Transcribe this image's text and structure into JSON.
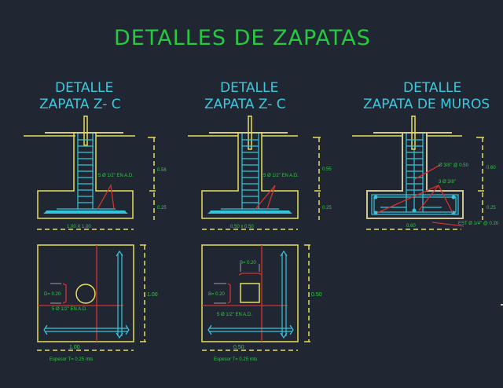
{
  "title": "DETALLES DE ZAPATAS",
  "details": [
    {
      "heading_line1": "DETALLE",
      "heading_line2": "ZAPATA Z- C",
      "rebar_label": "5 Ø 1/2\" EN A.D.",
      "dim_height_upper": "0.56",
      "dim_height_lower": "0.25",
      "dim_width": "1.00 X 1.00"
    },
    {
      "heading_line1": "DETALLE",
      "heading_line2": "ZAPATA Z- C",
      "rebar_label": "5 Ø 1/2\" EN A.D.",
      "dim_height_upper": "0.55",
      "dim_height_lower": "0.25",
      "dim_width": "0.50 x 0.50"
    },
    {
      "heading_line1": "DETALLE",
      "heading_line2": "ZAPATA DE MUROS",
      "rebar_label_1": "Ø 3/8\" @ 0.50",
      "rebar_label_2": "3 Ø 3/8\"",
      "stirrup_label": "EST Ø 1/4\" @ 0.20",
      "dim_height_upper": "0.60",
      "dim_height_lower": "0.25",
      "dim_width": "0.60"
    }
  ],
  "plans": [
    {
      "column_label": "D= 0.20",
      "rebar_label": "5 Ø 1/2\" EN A.D.",
      "dim_width": "1.00",
      "dim_height": "1.00",
      "note": "Espesor T= 0.25 mts"
    },
    {
      "column_label_top": "B= 0.20",
      "column_label_left": "B= 0.20",
      "rebar_label": "5 Ø 1/2\" EN A.D.",
      "dim_width": "0.50",
      "dim_height": "0.50",
      "note": "Espesor T= 0.25 mts"
    }
  ],
  "colors": {
    "background": "#212633",
    "title": "#27c93f",
    "heading": "#3cc8dc",
    "outline": "#e6de5a",
    "rebar": "#35c6dc",
    "leader": "#d2322e",
    "labels": "#2ecc40"
  }
}
